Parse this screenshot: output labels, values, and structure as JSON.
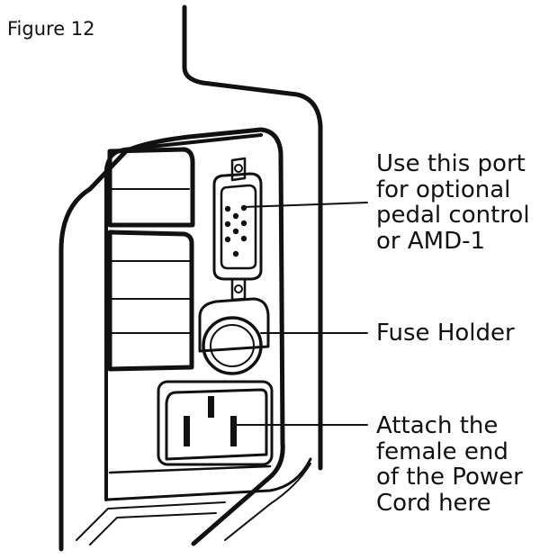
{
  "figure": {
    "title": "Figure 12"
  },
  "callouts": {
    "port": [
      "Use this port",
      "for optional",
      "pedal control",
      "or AMD-1"
    ],
    "fuse": [
      "Fuse Holder"
    ],
    "power": [
      "Attach the",
      "female end",
      "of the Power",
      "Cord here"
    ]
  },
  "colors": {
    "ink": "#111111",
    "background": "#ffffff"
  }
}
